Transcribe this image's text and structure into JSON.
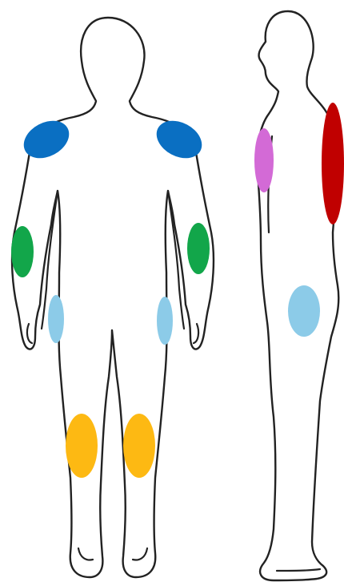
{
  "figure": {
    "views": [
      "front",
      "side"
    ],
    "regions": [
      {
        "id": "left-shoulder",
        "view": "front",
        "color": "#0a6fc2"
      },
      {
        "id": "right-shoulder",
        "view": "front",
        "color": "#0a6fc2"
      },
      {
        "id": "left-upper-arm",
        "view": "front",
        "color": "#12a64a"
      },
      {
        "id": "right-upper-arm",
        "view": "front",
        "color": "#12a64a"
      },
      {
        "id": "left-wrist",
        "view": "front",
        "color": "#8ccbe8"
      },
      {
        "id": "right-wrist",
        "view": "front",
        "color": "#8ccbe8"
      },
      {
        "id": "left-knee",
        "view": "front",
        "color": "#fdb913"
      },
      {
        "id": "right-knee",
        "view": "front",
        "color": "#fdb913"
      },
      {
        "id": "chest",
        "view": "side",
        "color": "#d36ad6"
      },
      {
        "id": "upper-back",
        "view": "side",
        "color": "#c00000"
      },
      {
        "id": "hip",
        "view": "side",
        "color": "#8ccbe8"
      }
    ]
  }
}
